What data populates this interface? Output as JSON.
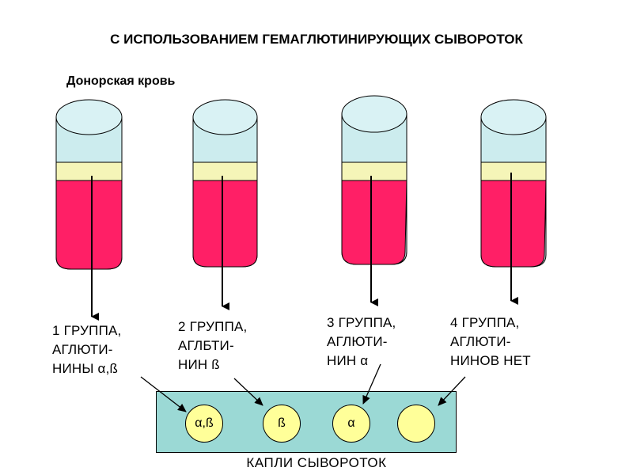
{
  "title": "С ИСПОЛЬЗОВАНИЕМ ГЕМАГЛЮТИНИРУЮЩИХ СЫВОРОТОК",
  "subtitle": "Донорская кровь",
  "colors": {
    "tube_glass": "#ccecee",
    "tube_top": "#d9f2f4",
    "band": "#f5f5b8",
    "blood": "#ff1f66",
    "plate": "#9bd9d5",
    "drop": "#ffff99"
  },
  "groups": [
    {
      "label": "1 ГРУППА,\nАГЛЮТИ-\nНИНЫ α,ß"
    },
    {
      "label": "2 ГРУППА,\nАГЛБТИ-\nНИН ß"
    },
    {
      "label": "3 ГРУППА,\nАГЛЮТИ-\nНИН α"
    },
    {
      "label": "4 ГРУППА,\nАГЛЮТИ-\nНИНОВ НЕТ"
    }
  ],
  "drops": [
    {
      "label": "α,ß"
    },
    {
      "label": "ß"
    },
    {
      "label": "α"
    },
    {
      "label": ""
    }
  ],
  "plate_caption": "КАПЛИ СЫВОРОТОК"
}
